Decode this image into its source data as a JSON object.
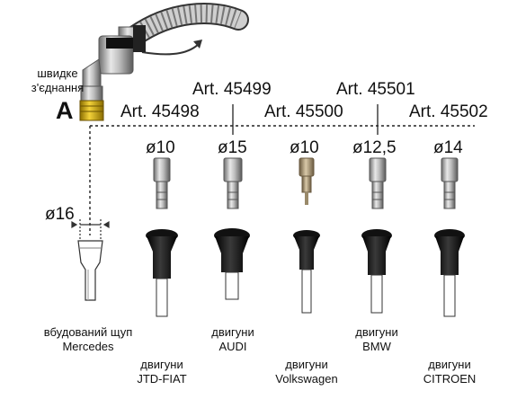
{
  "quick_connect": {
    "letter": "A",
    "label_line1": "швидке",
    "label_line2": "з'єднання"
  },
  "articles": [
    {
      "art": "Art. 45498",
      "diameter": "ø10",
      "caption_line1": "двигуни",
      "caption_line2": "JTD-FIAT"
    },
    {
      "art": "Art. 45499",
      "diameter": "ø15",
      "caption_line1": "двигуни",
      "caption_line2": "AUDI"
    },
    {
      "art": "Art. 45500",
      "diameter": "ø10",
      "caption_line1": "двигуни",
      "caption_line2": "Volkswagen"
    },
    {
      "art": "Art. 45501",
      "diameter": "ø12,5",
      "caption_line1": "двигуни",
      "caption_line2": "BMW"
    },
    {
      "art": "Art. 45502",
      "diameter": "ø14",
      "caption_line1": "двигуни",
      "caption_line2": "CITROEN"
    }
  ],
  "builtin_probe": {
    "diameter": "ø16",
    "caption_line1": "вбудований щуп",
    "caption_line2": "Mercedes"
  }
}
